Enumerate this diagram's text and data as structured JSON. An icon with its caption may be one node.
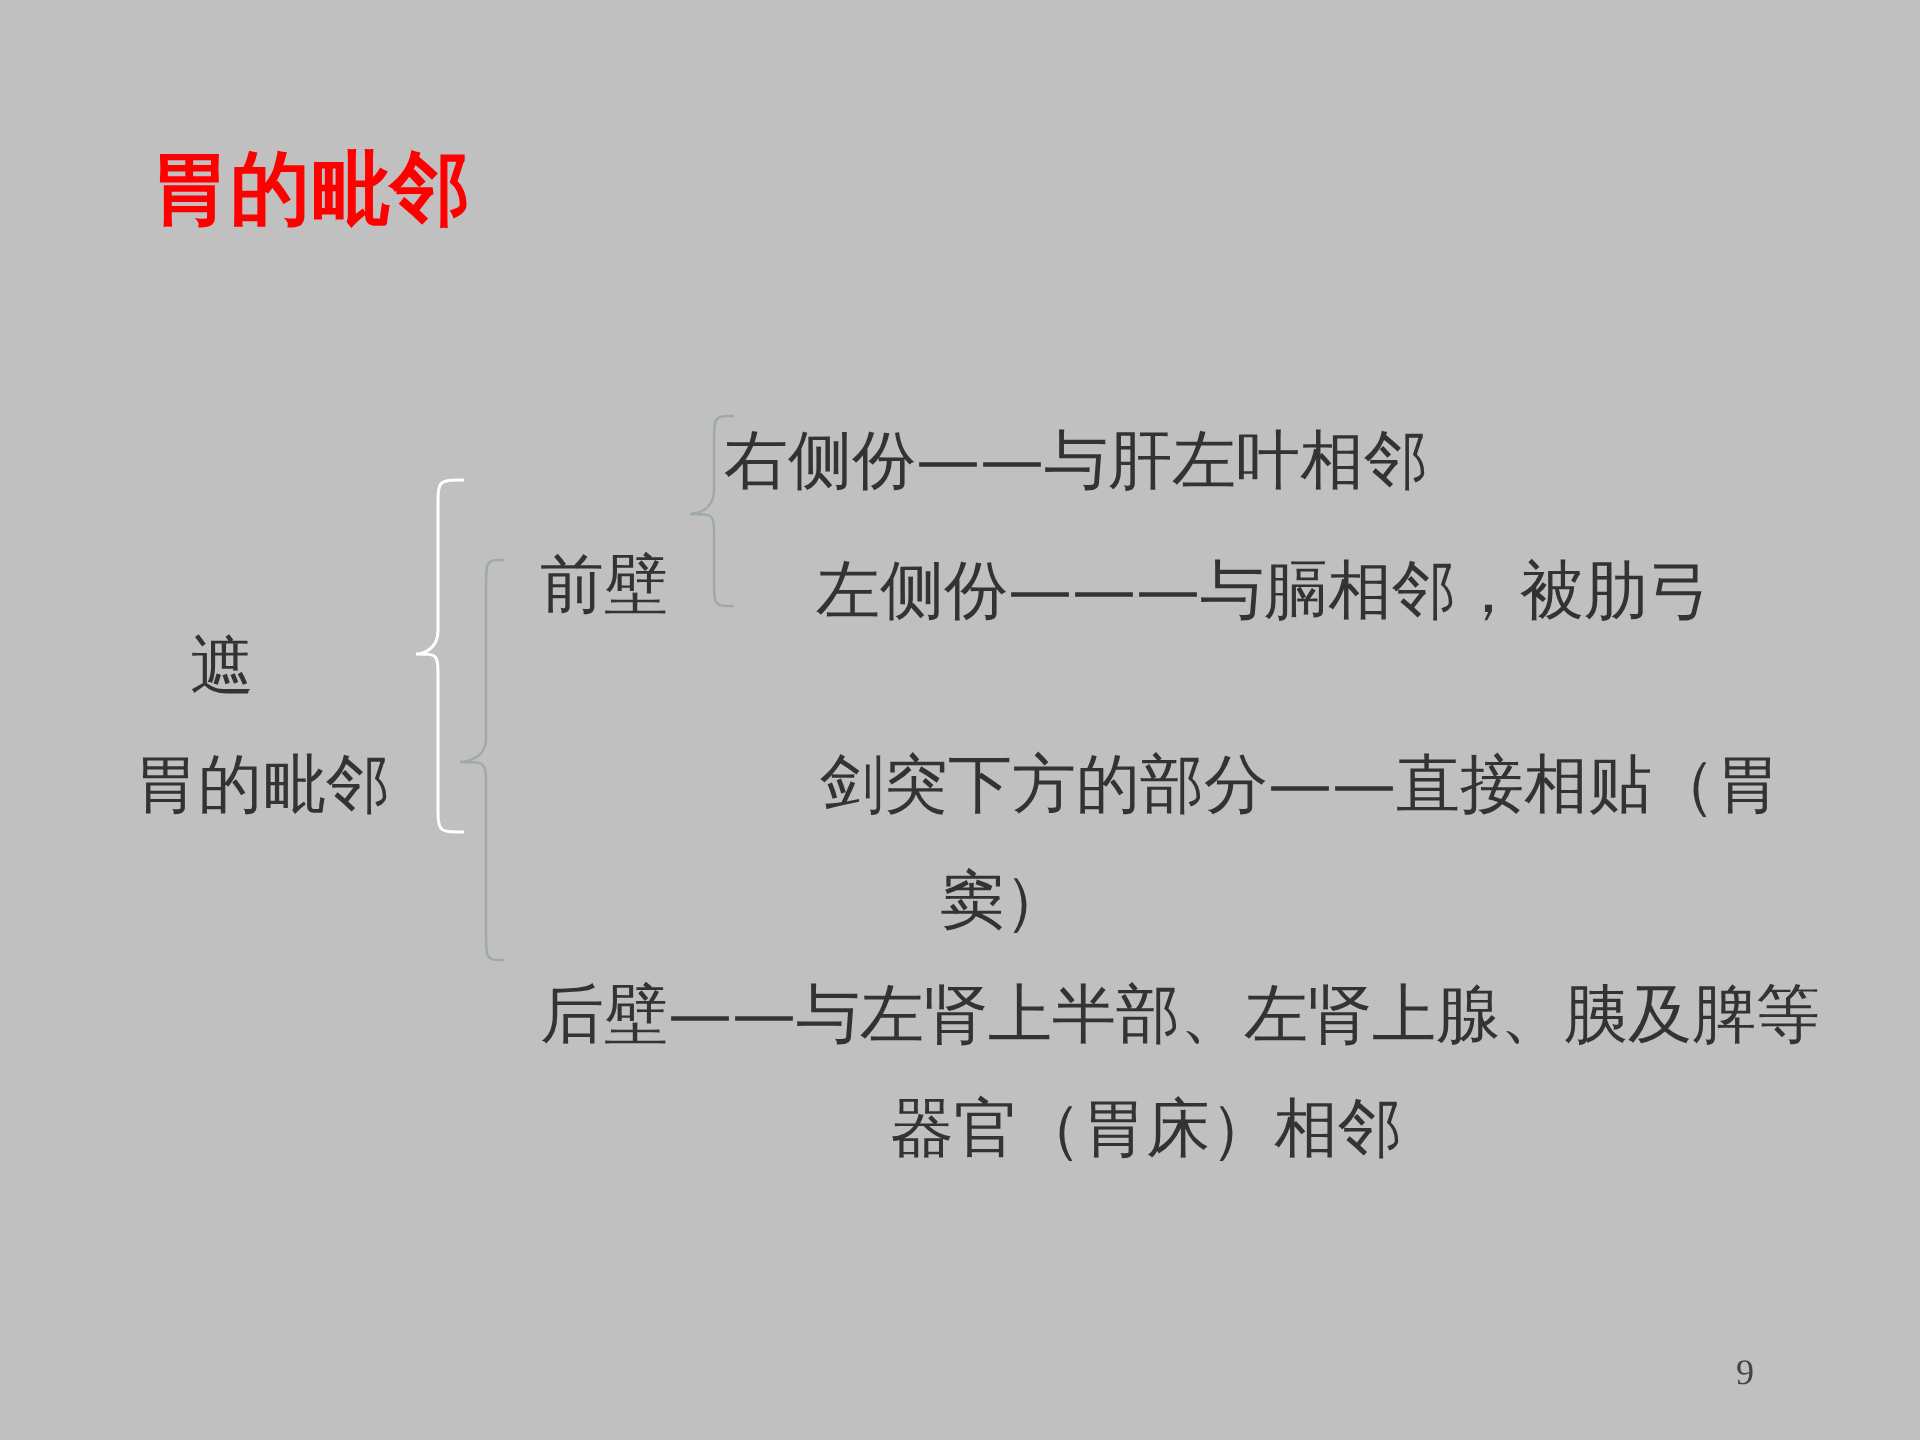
{
  "diagram": {
    "title": "胃的毗邻",
    "labels": [
      "右侧份——与肝左叶相邻",
      "前壁",
      "左侧份———与膈相邻，被肋弓",
      "遮",
      "胃的毗邻",
      "剑突下方的部分——直接相贴（胃窦）",
      "后壁——与左肾上半部、左肾上腺、胰及脾等器官（胃床）相邻",
      "9"
    ]
  }
}
